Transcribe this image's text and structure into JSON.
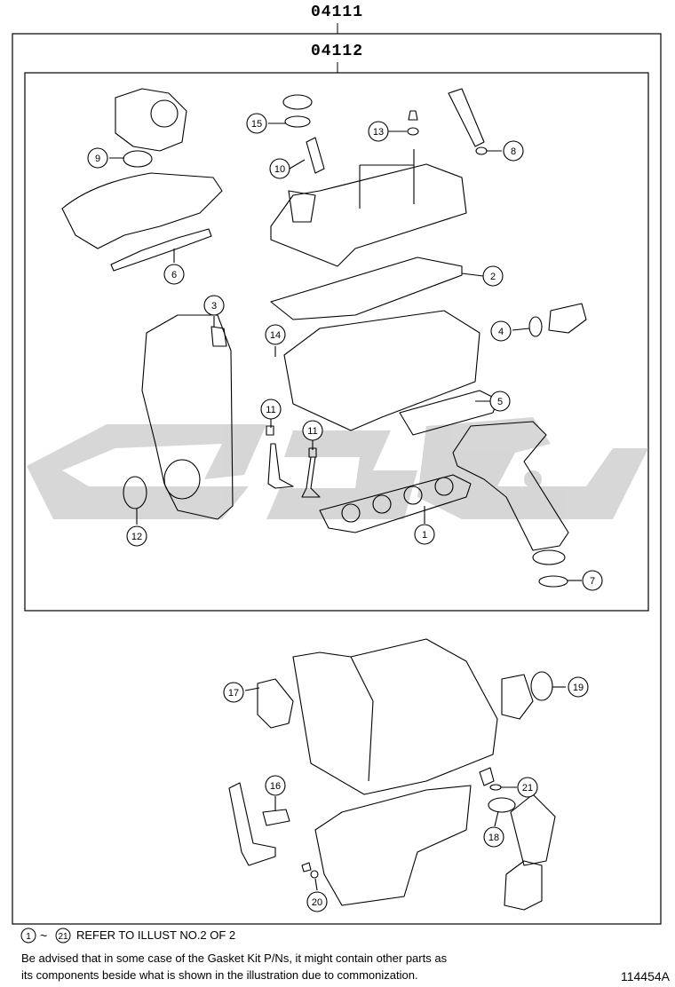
{
  "header": {
    "outer_code": "04111",
    "inner_code": "04112"
  },
  "callouts": [
    "1",
    "2",
    "3",
    "4",
    "5",
    "6",
    "7",
    "8",
    "9",
    "10",
    "11",
    "11",
    "12",
    "13",
    "14",
    "15",
    "16",
    "17",
    "18",
    "19",
    "20",
    "21"
  ],
  "footer": {
    "refer_start": "1",
    "refer_end": "21",
    "refer_text": "REFER TO ILLUST NO.2 OF 2",
    "advisory_line1": "Be advised that in some case of the Gasket Kit P/Ns,  it might contain other parts as",
    "advisory_line2": "its components beside what is shown in the illustration due to commonization.",
    "illust_code": "114454A"
  },
  "watermark_color": "#d0d0d0"
}
